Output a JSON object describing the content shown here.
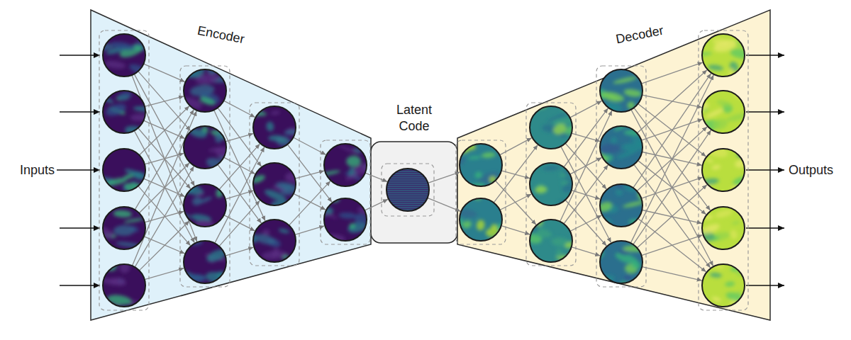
{
  "diagram": {
    "nodes": [
      {
        "text": [
          "Encoder"
        ]
      },
      {
        "text": [
          "Latent Code"
        ]
      },
      {
        "text": [
          "Decoder"
        ]
      }
    ],
    "labels": [
      "Inputs",
      "Outputs"
    ]
  }
}
